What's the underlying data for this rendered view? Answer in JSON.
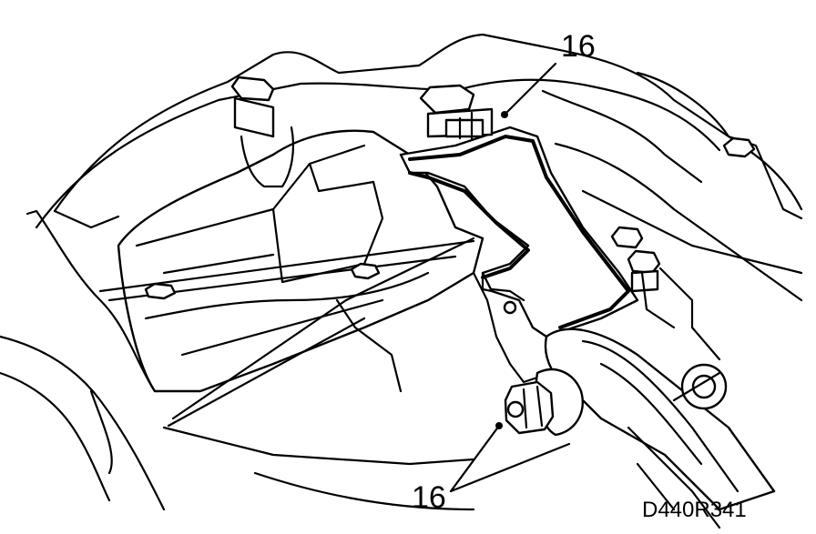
{
  "figure": {
    "callouts": [
      {
        "id": "upper",
        "label": "16"
      },
      {
        "id": "lower",
        "label": "16"
      }
    ],
    "reference_code": "D440R341"
  }
}
